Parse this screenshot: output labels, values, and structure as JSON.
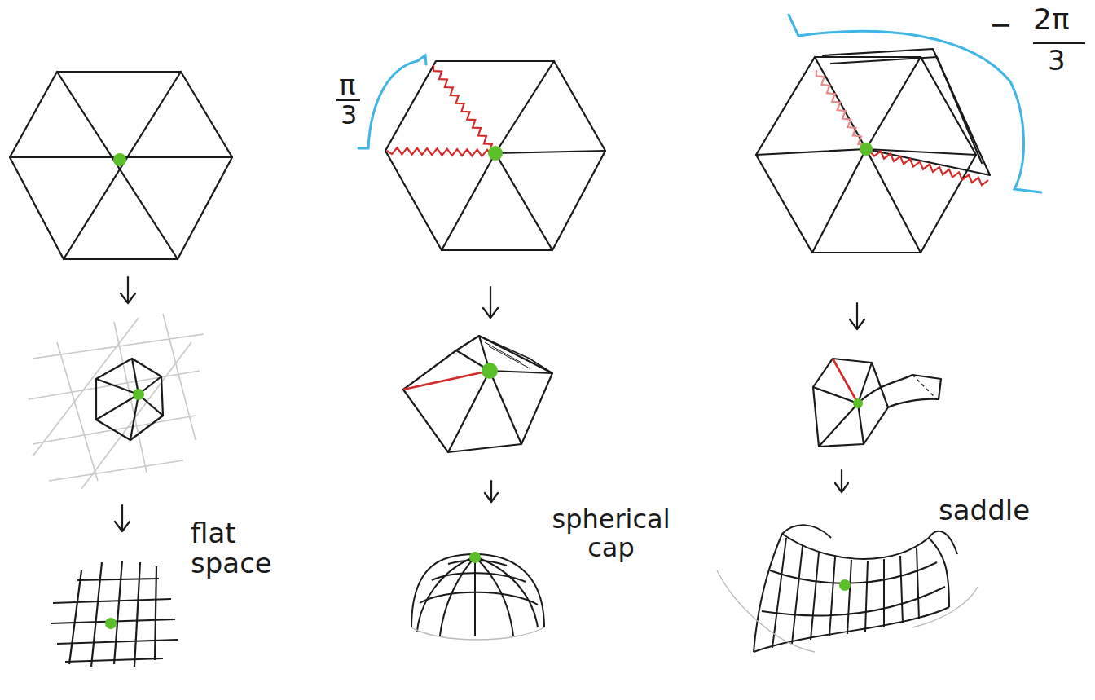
{
  "diagram": {
    "labels": [
      "π",
      "3",
      "−",
      "2π",
      "3",
      "flat space",
      "spherical cap",
      "saddle"
    ]
  }
}
